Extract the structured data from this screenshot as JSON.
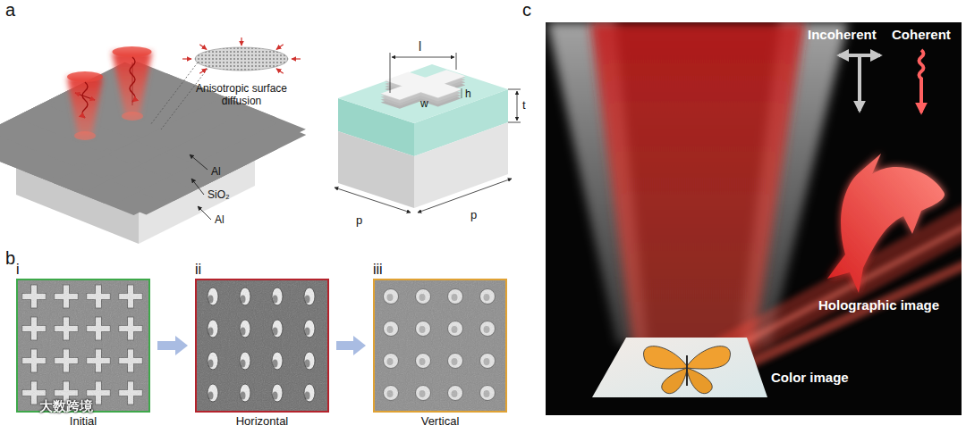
{
  "diagram": {
    "nodes": [
      {
        "text": [
          "i",
          "Initial"
        ]
      },
      {
        "text": [
          "ii",
          "Horizontal"
        ]
      },
      {
        "text": [
          "iii",
          "Vertical"
        ]
      }
    ],
    "edges": [
      {
        "from": 0,
        "to": 1,
        "arrow": "to"
      },
      {
        "from": 1,
        "to": 2,
        "arrow": "to"
      }
    ],
    "labels": [
      "a",
      "Anisotropic surface diffusion",
      "Al",
      "SiO₂",
      "Al",
      "l",
      "h",
      "w",
      "t",
      "p",
      "p",
      "b",
      "大数跨境",
      "c",
      "Incoherent",
      "Coherent",
      "Holographic image",
      "Color image"
    ]
  }
}
